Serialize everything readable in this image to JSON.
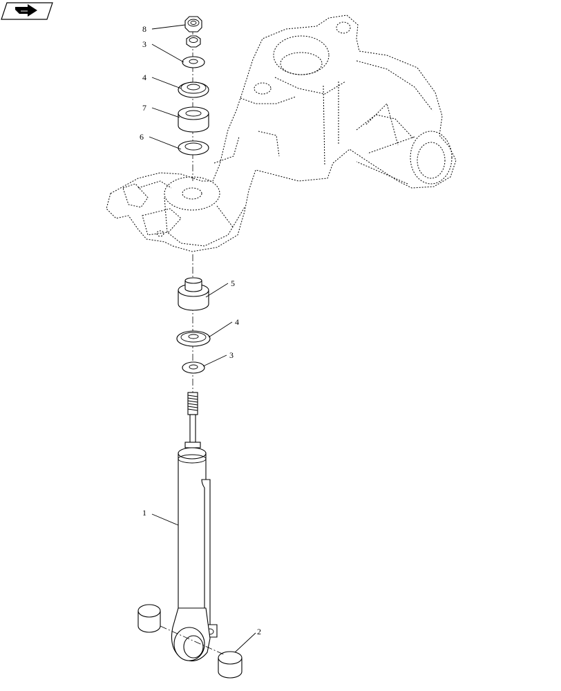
{
  "nav": {
    "icon": "next-page-arrow-icon"
  },
  "callouts": [
    {
      "id": "c8",
      "text": "8"
    },
    {
      "id": "c3a",
      "text": "3"
    },
    {
      "id": "c4a",
      "text": "4"
    },
    {
      "id": "c7",
      "text": "7"
    },
    {
      "id": "c6",
      "text": "6"
    },
    {
      "id": "c5",
      "text": "5"
    },
    {
      "id": "c4b",
      "text": "4"
    },
    {
      "id": "c3b",
      "text": "3"
    },
    {
      "id": "c1",
      "text": "1"
    },
    {
      "id": "c2",
      "text": "2"
    }
  ]
}
